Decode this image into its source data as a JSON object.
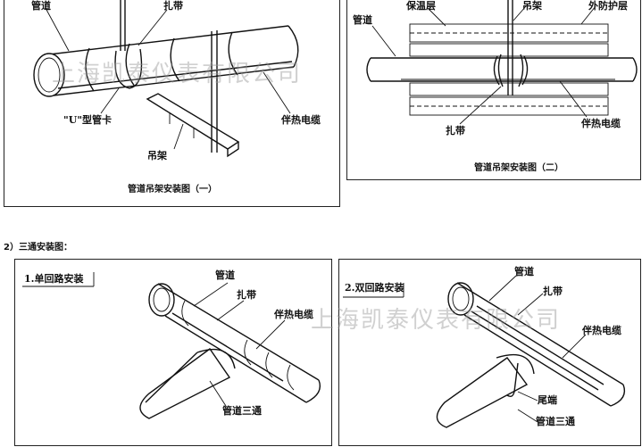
{
  "watermark": "上海凯泰仪表有限公司",
  "section_label": "2）三通安装图：",
  "panels": {
    "top_left": {
      "pipe": "管道",
      "strap": "扎带",
      "u_clamp": "\"U\"型管卡",
      "heat_cable": "伴热电缆",
      "hanger": "吊架",
      "caption": "管道吊架安装图（一）"
    },
    "top_right": {
      "pipe": "管道",
      "insulation": "保温层",
      "hanger": "吊架",
      "protective_layer": "外防护层",
      "strap": "扎带",
      "heat_cable": "伴热电缆",
      "caption": "管道吊架安装图（二）"
    },
    "bottom_left": {
      "title": "1.单回路安装",
      "pipe": "管道",
      "strap": "扎带",
      "heat_cable": "伴热电缆",
      "tee": "管道三通"
    },
    "bottom_right": {
      "title": "2.双回路安装",
      "pipe": "管道",
      "strap": "扎带",
      "heat_cable": "伴热电缆",
      "tail": "尾端",
      "tee": "管道三通"
    }
  }
}
